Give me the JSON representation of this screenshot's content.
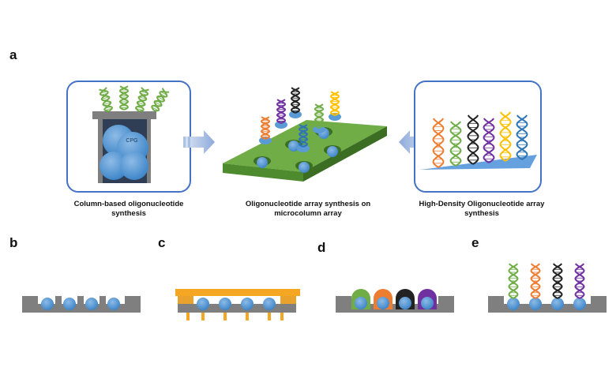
{
  "panels": {
    "a": "a",
    "b": "b",
    "c": "c",
    "d": "d",
    "e": "e"
  },
  "captions": {
    "left_line1": "Column-based oligonucleotide",
    "left_line2": "synthesis",
    "center_line1": "Oligonucleotide array synthesis on",
    "center_line2": "microcolumn array",
    "right_line1": "High-Density Oligonucleotide array",
    "right_line2": "synthesis"
  },
  "bead_label": "CPG",
  "colors": {
    "bead": "#5b9bd5",
    "bead_dark": "#2e6da4",
    "gray": "#7f7f7f",
    "green_plate": "#70ad47",
    "orange": "#ed7d31",
    "box_border": "#4472c4",
    "arrow": "#8eaadb",
    "dna_green": "#70ad47",
    "dna_orange": "#ed7d31",
    "dna_black": "#222222",
    "dna_purple": "#7030a0",
    "dna_blue": "#2e75b6",
    "dna_yellow": "#ffc000"
  }
}
